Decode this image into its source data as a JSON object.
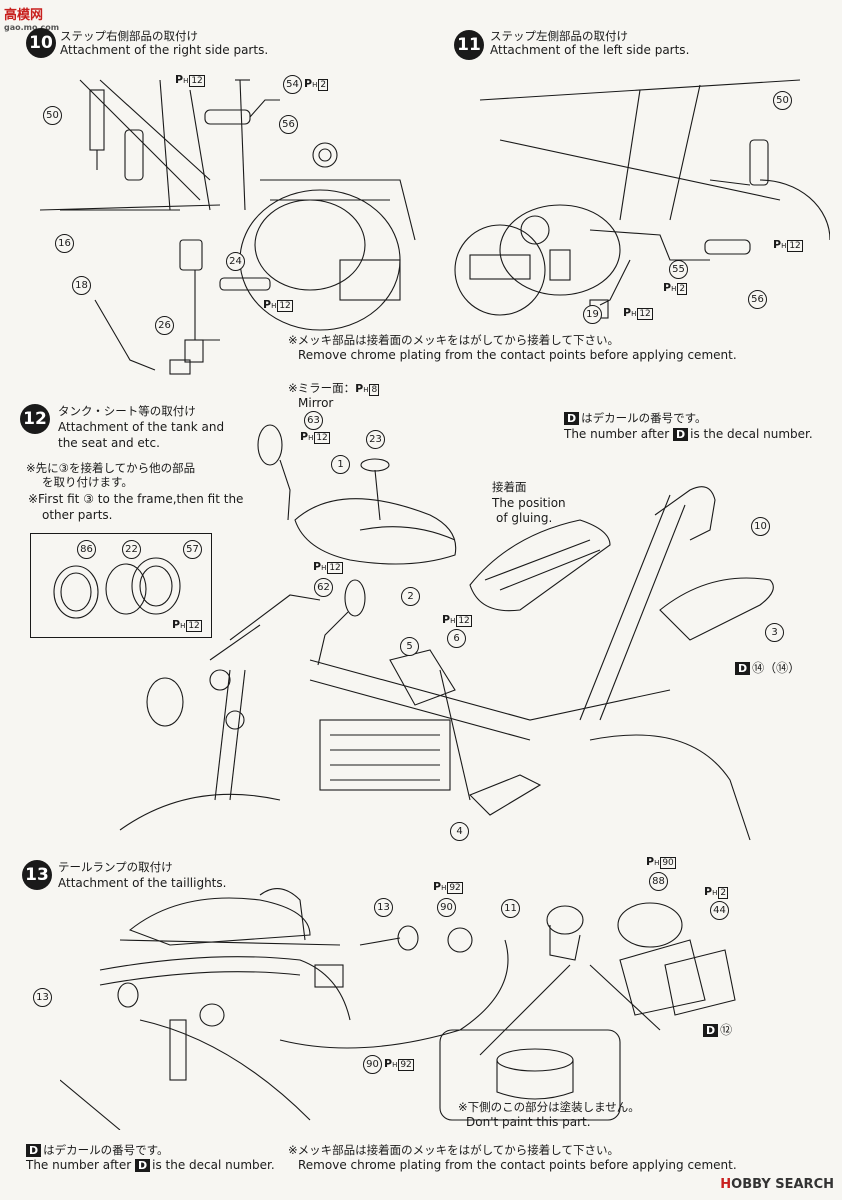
{
  "watermarks": {
    "top_logo": "高模网",
    "top_url": "gao.mo.com",
    "bottom_brand": "H",
    "bottom_text": "OBBY SEARCH"
  },
  "step10": {
    "number": "10",
    "title_jp": "ステップ右側部品の取付け",
    "title_en": "Attachment of the right side parts."
  },
  "step11": {
    "number": "11",
    "title_jp": "ステップ左側部品の取付け",
    "title_en": "Attachment of the left side parts."
  },
  "step12": {
    "number": "12",
    "title_jp": "タンク・シート等の取付け",
    "title_en_1": "Attachment of the tank and",
    "title_en_2": "the seat and etc.",
    "note_jp_1": "※先に③を接着してから他の部品",
    "note_jp_2": "を取り付けます。",
    "note_en_1": "※First fit ③ to the frame,then fit the",
    "note_en_2": "other parts.",
    "mirror_jp": "※ミラー面：",
    "mirror_en": "Mirror",
    "gluing_jp": "接着面",
    "gluing_en_1": "The position",
    "gluing_en_2": "of gluing."
  },
  "step13": {
    "number": "13",
    "title_jp": "テールランプの取付け",
    "title_en": "Attachment of the taillights.",
    "paint_jp": "※下側のこの部分は塗装しません。",
    "paint_en": "Don't paint this part."
  },
  "chrome_note_1": {
    "jp": "※メッキ部品は接着面のメッキをはがしてから接着して下さい。",
    "en": "Remove chrome plating from the contact points before applying cement."
  },
  "chrome_note_2": {
    "jp": "※メッキ部品は接着面のメッキをはがしてから接着して下さい。",
    "en": "Remove chrome plating from the contact points before applying cement."
  },
  "decal_note_1": {
    "badge": "D",
    "jp": "はデカールの番号です。",
    "en_pre": "The number after",
    "en_post": "is the decal number."
  },
  "decal_note_2": {
    "badge": "D",
    "jp": "はデカールの番号です。",
    "en_pre": "The number after",
    "en_post": "is the decal number."
  },
  "paint_prefix": "P",
  "paint_sub": "H",
  "callouts": {
    "s10": [
      "50",
      "16",
      "18",
      "24",
      "26",
      "54",
      "56"
    ],
    "s11": [
      "50",
      "55",
      "19",
      "56"
    ],
    "s12": [
      "86",
      "22",
      "57",
      "63",
      "23",
      "1",
      "62",
      "2",
      "5",
      "6",
      "10",
      "3",
      "4"
    ],
    "s13": [
      "13",
      "90",
      "11",
      "88",
      "44",
      "13",
      "90"
    ]
  },
  "paint_codes": {
    "s10_a": "12",
    "s10_b": "2",
    "s10_c": "12",
    "s11_a": "12",
    "s11_b": "2",
    "s11_c": "12",
    "s12_mirror": "8",
    "s12_63": "12",
    "s12_inset": "12",
    "s12_62": "12",
    "s12_6": "12",
    "s13_90": "92",
    "s13_88": "90",
    "s13_44": "2",
    "s13_90b": "92"
  },
  "decals": {
    "s12": "⑭（⑭）",
    "s13": "⑫"
  }
}
